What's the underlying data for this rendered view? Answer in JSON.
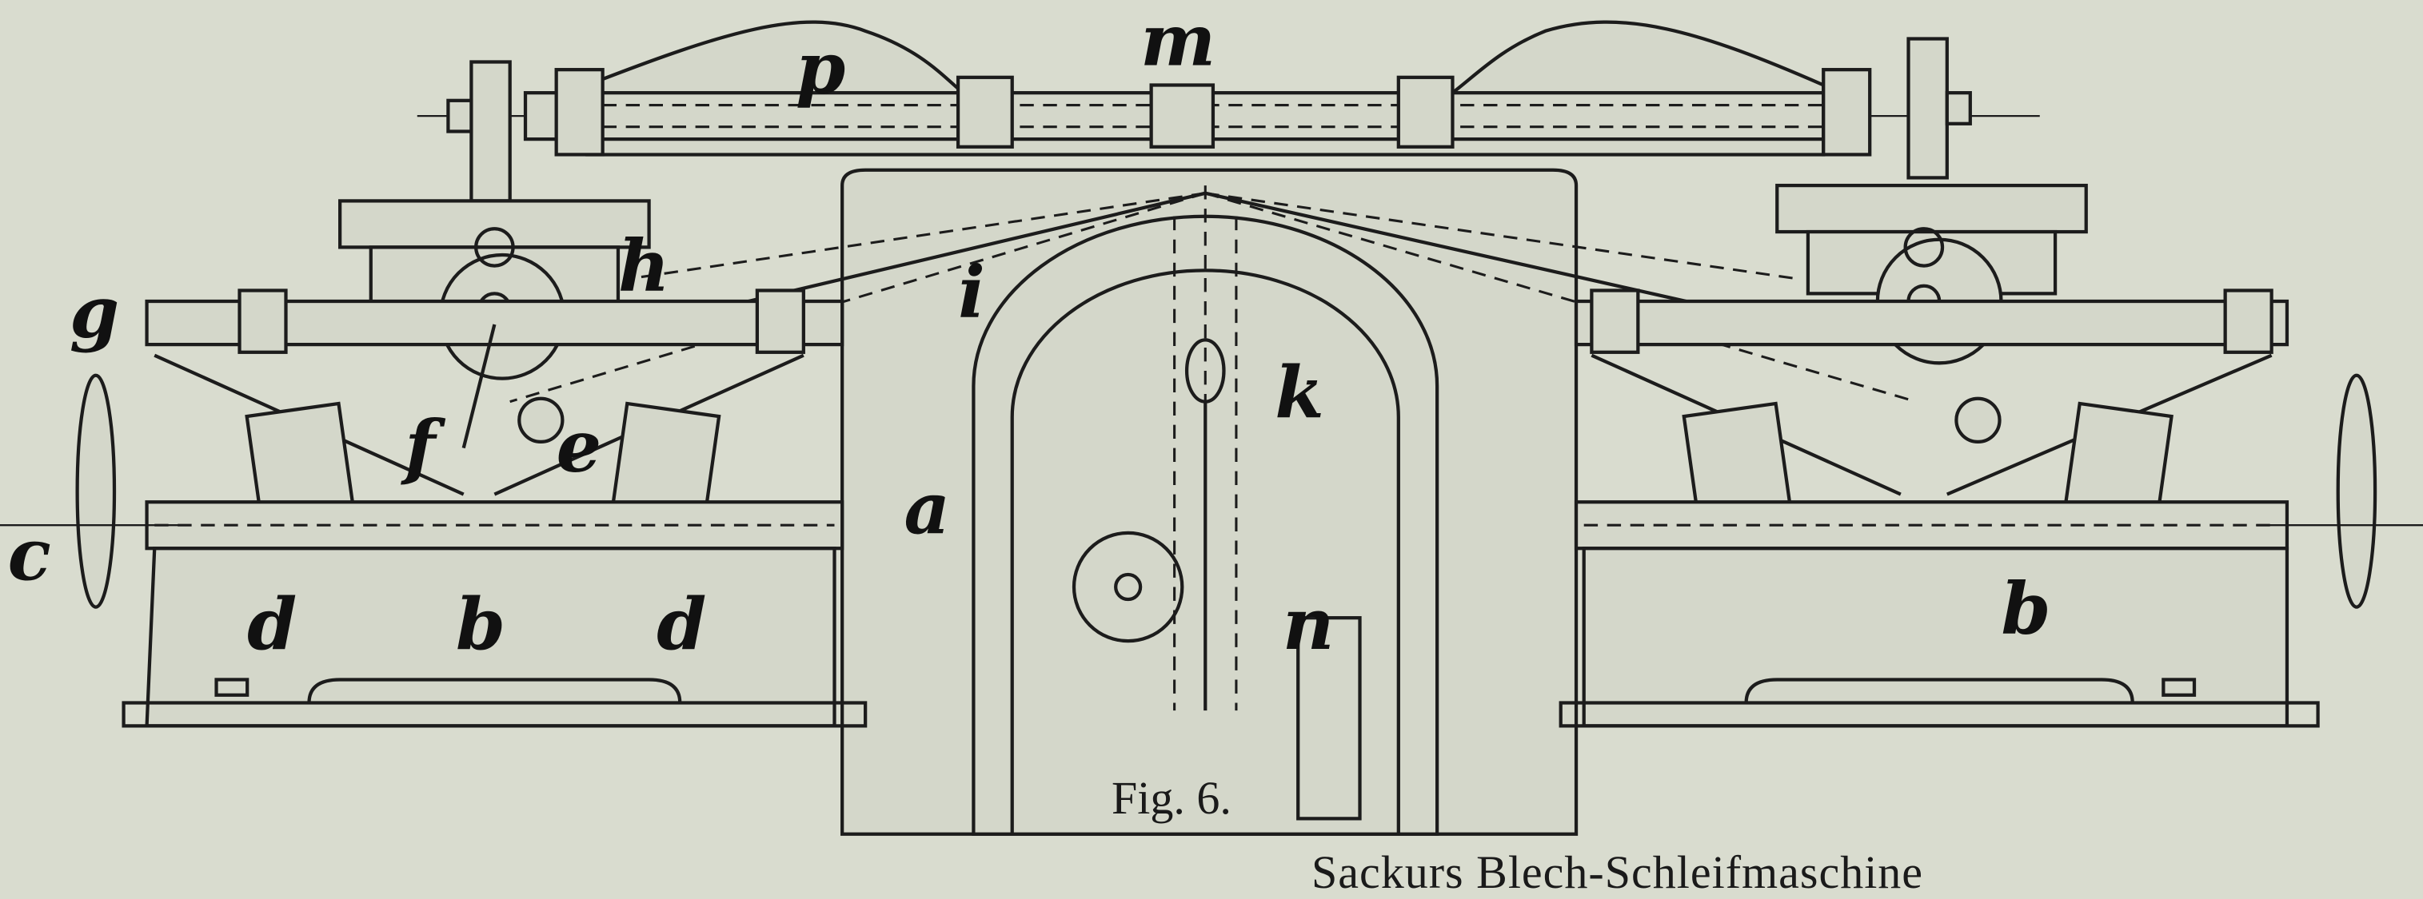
{
  "figure": {
    "number": "Fig. 6.",
    "title": "Sackurs Blech-Schleifmaschine",
    "labels": {
      "p": "p",
      "m": "m",
      "h": "h",
      "g": "g",
      "i": "i",
      "k": "k",
      "f": "f",
      "e": "e",
      "a": "a",
      "c": "c",
      "d_left": "d",
      "b_left": "b",
      "d_center": "d",
      "n": "n",
      "b_right": "b"
    }
  },
  "colors": {
    "paper": "#d9dccf",
    "ink": "#1c1c1c"
  }
}
